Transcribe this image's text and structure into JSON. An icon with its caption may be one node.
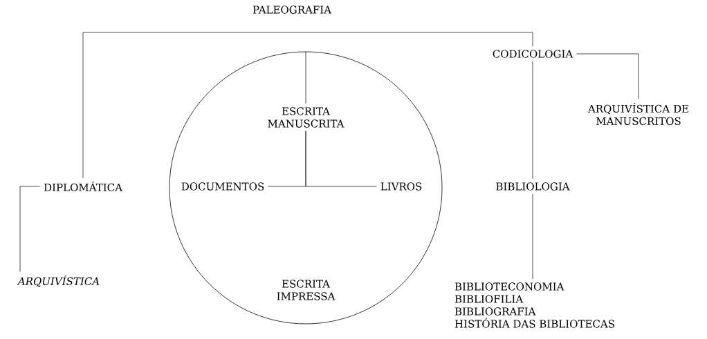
{
  "diagram": {
    "nodes": [
      {
        "text": [
          "PALEOGRAFIA"
        ]
      },
      {
        "text": [
          "DIPLOMÁTICA"
        ]
      },
      {
        "text": [
          "ARQUIVÍSTICA"
        ]
      },
      {
        "text": [],
        "shape": "circle"
      },
      {
        "text": [
          "ESCRITA MANUSCRITA"
        ],
        "in": 3
      },
      {
        "text": [
          "DOCUMENTOS"
        ],
        "in": 3
      },
      {
        "text": [
          "LIVROS"
        ],
        "in": 3
      },
      {
        "text": [
          "ESCRITA IMPRESSA"
        ],
        "in": 3
      },
      {
        "text": [
          "CODICOLOGIA"
        ]
      },
      {
        "text": [
          "ARQUIVÍSTICA DE MANUSCRITOS"
        ]
      },
      {
        "text": [
          "BIBLIOLOGIA"
        ]
      },
      {
        "text": [
          "BIBLIOTECONOMIA",
          "BIBLIOFILIA",
          "BIBLIOGRAFIA",
          "HISTÓRIA DAS BIBLIOTECAS"
        ]
      }
    ],
    "edges": [
      {
        "from": 0,
        "to": 1,
        "arrow": "none"
      },
      {
        "from": 0,
        "to": 8,
        "arrow": "none"
      },
      {
        "from": 3,
        "to": 4,
        "arrow": "none"
      },
      {
        "from": 4,
        "to": 5,
        "arrow": "none"
      },
      {
        "from": 4,
        "to": 6,
        "arrow": "none"
      },
      {
        "from": 1,
        "to": 2,
        "arrow": "none"
      },
      {
        "from": 8,
        "to": 9,
        "arrow": "none"
      },
      {
        "from": 8,
        "to": 10,
        "arrow": "none"
      },
      {
        "from": 10,
        "to": 11,
        "arrow": "none"
      }
    ]
  }
}
